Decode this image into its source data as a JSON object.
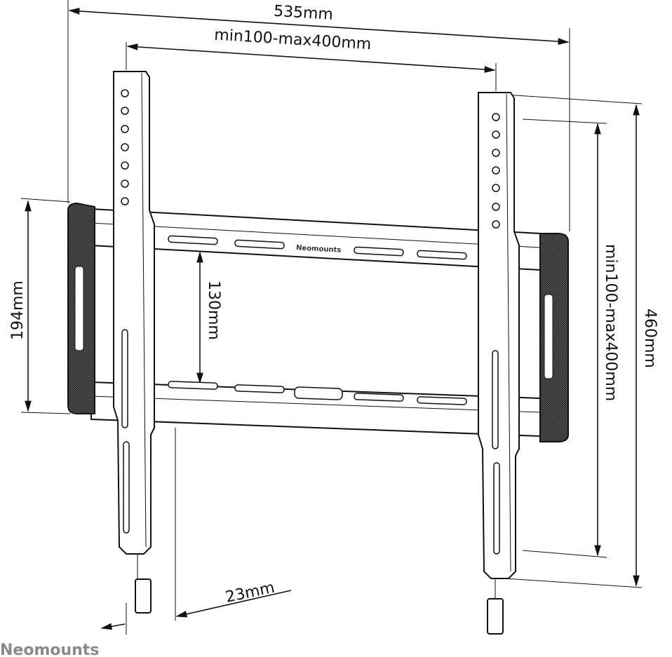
{
  "dimensions": {
    "total_width": "535mm",
    "vesa_horizontal": "min100-max400mm",
    "bracket_height": "194mm",
    "rail_spacing": "130mm",
    "vesa_vertical": "min100-max400mm",
    "total_height": "460mm",
    "depth": "23mm"
  },
  "product_brand": "Neomounts",
  "footer_logo": "Neomounts",
  "colors": {
    "line": "#111111",
    "pad": "#444444",
    "logo": "#8a8a8a"
  }
}
